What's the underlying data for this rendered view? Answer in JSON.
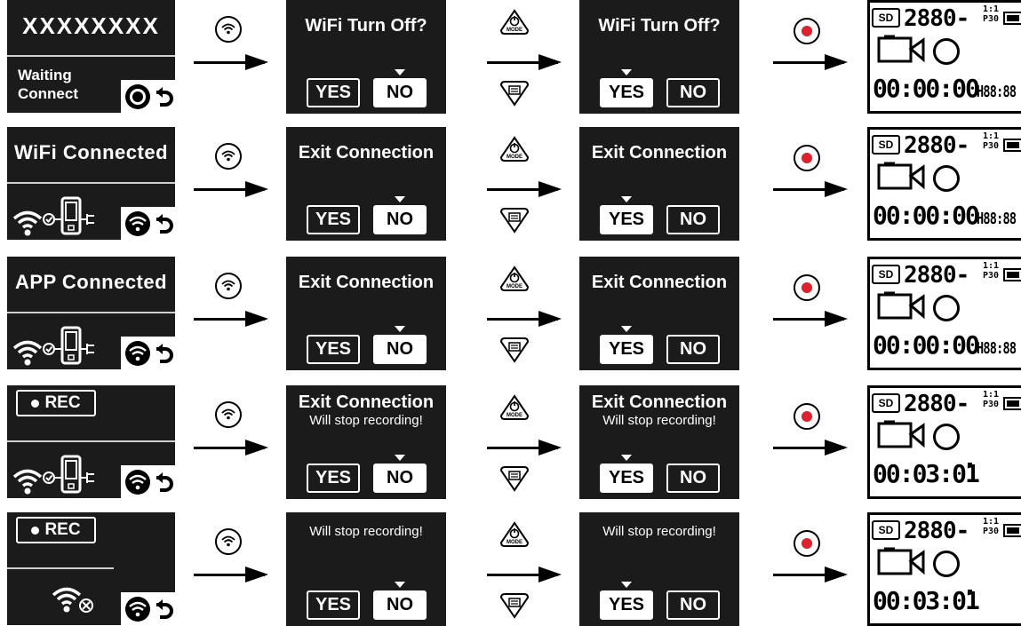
{
  "rows": [
    {
      "screen1": {
        "kind": "waiting",
        "header": "XXXXXXXX",
        "status": "Waiting\nConnect"
      },
      "dialog_title": "WiFi Turn Off?",
      "dialog_sub": "",
      "camera": {
        "sd": "SD",
        "res": "2880-",
        "ratio_top": "1:1",
        "ratio_bottom": "P30",
        "timer": "00:00:00",
        "remaining": "H88:88"
      }
    },
    {
      "screen1": {
        "kind": "connected",
        "header": "WiFi Connected"
      },
      "dialog_title": "Exit Connection",
      "dialog_sub": "",
      "camera": {
        "sd": "SD",
        "res": "2880-",
        "ratio_top": "1:1",
        "ratio_bottom": "P30",
        "timer": "00:00:00",
        "remaining": "H88:88"
      }
    },
    {
      "screen1": {
        "kind": "connected",
        "header": "APP Connected"
      },
      "dialog_title": "Exit Connection",
      "dialog_sub": "",
      "camera": {
        "sd": "SD",
        "res": "2880-",
        "ratio_top": "1:1",
        "ratio_bottom": "P30",
        "timer": "00:00:00",
        "remaining": "H88:88"
      }
    },
    {
      "screen1": {
        "kind": "rec",
        "header": "REC"
      },
      "dialog_title": "Exit Connection",
      "dialog_sub": "Will stop recording!",
      "camera": {
        "sd": "SD",
        "res": "2880-",
        "ratio_top": "1:1",
        "ratio_bottom": "P30",
        "timer": "00:03:01",
        "remaining": ""
      }
    },
    {
      "screen1": {
        "kind": "rec-off",
        "header": "REC"
      },
      "dialog_title": "",
      "dialog_sub": "Will stop recording!",
      "camera": {
        "sd": "SD",
        "res": "2880-",
        "ratio_top": "1:1",
        "ratio_bottom": "P30",
        "timer": "00:03:01",
        "remaining": ""
      }
    }
  ],
  "labels": {
    "yes": "YES",
    "no": "NO",
    "mode": "MODE"
  },
  "colors": {
    "screen_bg": "#1b1b1b",
    "record_red": "#e0202a"
  }
}
